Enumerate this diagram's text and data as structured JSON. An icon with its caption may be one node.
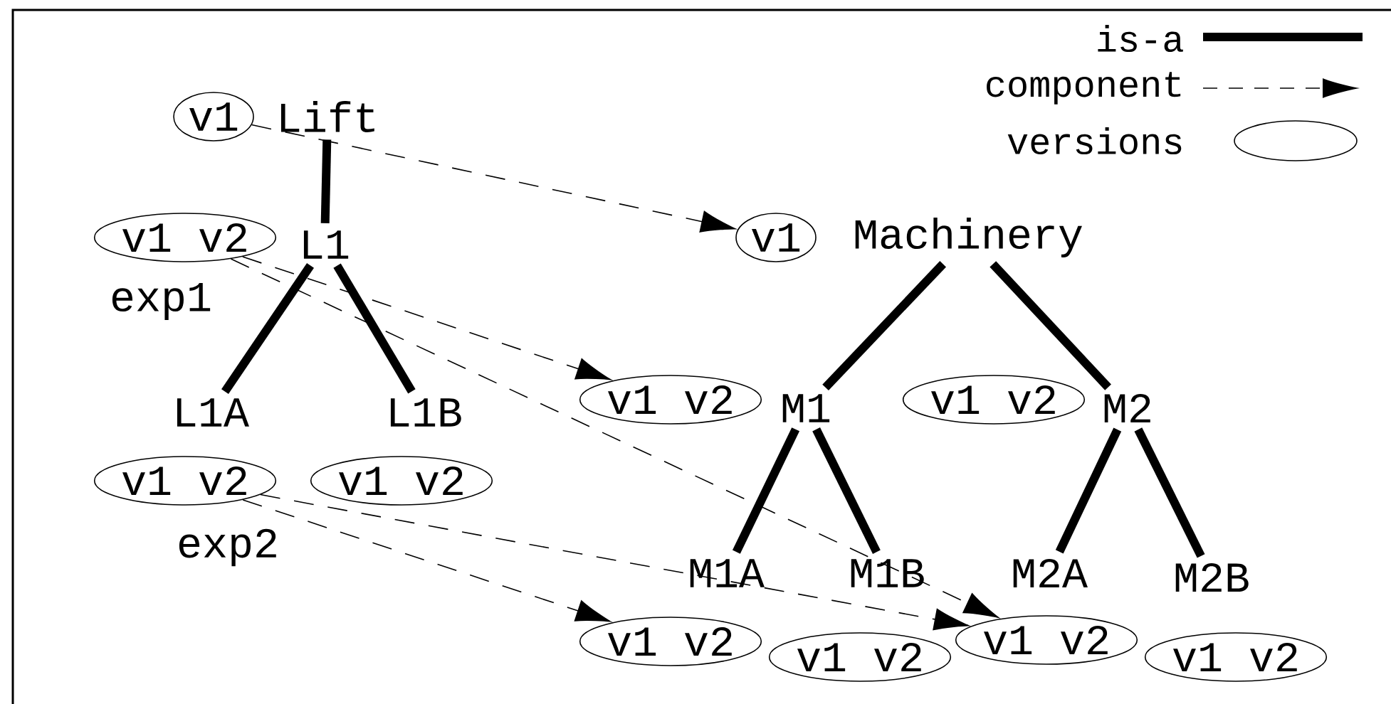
{
  "diagram": {
    "nodes": [
      {
        "text": [
          "v1"
        ]
      },
      {
        "text": [
          "Lift"
        ]
      },
      {
        "text": [
          "v1 v2"
        ]
      },
      {
        "text": [
          "L1"
        ]
      },
      {
        "text": [
          "L1A"
        ]
      },
      {
        "text": [
          "L1B"
        ]
      },
      {
        "text": [
          "v1 v2"
        ]
      },
      {
        "text": [
          "v1 v2"
        ]
      },
      {
        "text": [
          "v1"
        ]
      },
      {
        "text": [
          "Machinery"
        ]
      },
      {
        "text": [
          "v1 v2"
        ]
      },
      {
        "text": [
          "M1"
        ]
      },
      {
        "text": [
          "v1 v2"
        ]
      },
      {
        "text": [
          "M2"
        ]
      },
      {
        "text": [
          "M1A"
        ]
      },
      {
        "text": [
          "M1B"
        ]
      },
      {
        "text": [
          "M2A"
        ]
      },
      {
        "text": [
          "M2B"
        ]
      },
      {
        "text": [
          "v1 v2"
        ]
      },
      {
        "text": [
          "v1 v2"
        ]
      },
      {
        "text": [
          "v1 v2"
        ]
      },
      {
        "text": [
          "v1 v2"
        ]
      }
    ],
    "edges": [
      {
        "from": 1,
        "to": 3,
        "arrow": "none"
      },
      {
        "from": 3,
        "to": 4,
        "arrow": "none"
      },
      {
        "from": 3,
        "to": 5,
        "arrow": "none"
      },
      {
        "from": 9,
        "to": 11,
        "arrow": "none"
      },
      {
        "from": 9,
        "to": 13,
        "arrow": "none"
      },
      {
        "from": 11,
        "to": 14,
        "arrow": "none"
      },
      {
        "from": 11,
        "to": 15,
        "arrow": "none"
      },
      {
        "from": 13,
        "to": 16,
        "arrow": "none"
      },
      {
        "from": 13,
        "to": 17,
        "arrow": "none"
      },
      {
        "from": 0,
        "to": 8,
        "arrow": "to",
        "style": "dashed"
      },
      {
        "from": 2,
        "to": 10,
        "arrow": "to",
        "style": "dashed"
      },
      {
        "from": 2,
        "to": 20,
        "arrow": "to",
        "style": "dashed"
      },
      {
        "from": 6,
        "to": 18,
        "arrow": "to",
        "style": "dashed"
      },
      {
        "from": 6,
        "to": 20,
        "arrow": "to",
        "style": "dashed"
      }
    ],
    "labels": [
      "exp1",
      "exp2"
    ],
    "legend": [
      {
        "text": "is-a"
      },
      {
        "text": "component"
      },
      {
        "text": "versions"
      }
    ]
  }
}
